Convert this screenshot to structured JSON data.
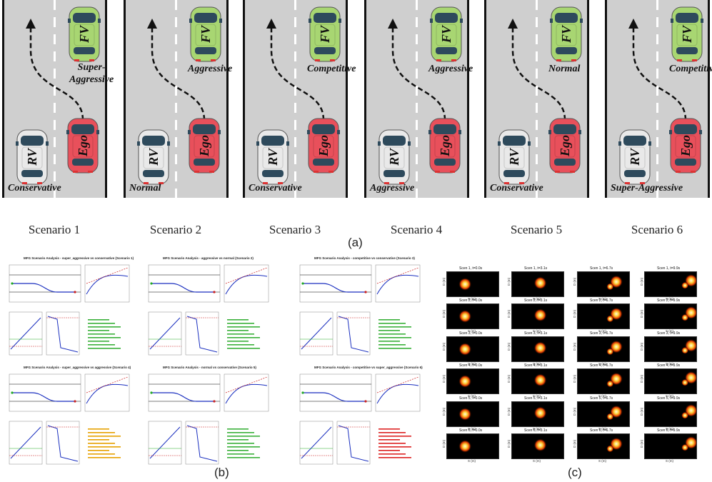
{
  "panel_a": {
    "tag": "(a)",
    "scenarios": [
      {
        "name": "Scenario 1",
        "fv_label": "Super-\nAggressive",
        "rv_label": "Conservative"
      },
      {
        "name": "Scenario 2",
        "fv_label": "Aggressive",
        "rv_label": "Normal"
      },
      {
        "name": "Scenario 3",
        "fv_label": "Competitive",
        "rv_label": "Conservative"
      },
      {
        "name": "Scenario 4",
        "fv_label": "Aggressive",
        "rv_label": "Aggressive"
      },
      {
        "name": "Scenario 5",
        "fv_label": "Normal",
        "rv_label": "Conservative"
      },
      {
        "name": "Scenario 6",
        "fv_label": "Competitive",
        "rv_label": "Super-Aggressive"
      }
    ],
    "car_labels": {
      "fv": "FV",
      "ego": "Ego",
      "rv": "RV"
    },
    "colors": {
      "fv": "#a8d672",
      "ego": "#e8505b",
      "rv": "#e9e9e9",
      "road": "#cfcfcf"
    }
  },
  "panel_b": {
    "tag": "(b)",
    "dashboards": [
      {
        "title": "MFG Scenario Analysis - super_aggressive vs conservative (Scenario 1)"
      },
      {
        "title": "MFG Scenario Analysis - aggressive vs normal (Scenario 2)"
      },
      {
        "title": "MFG Scenario Analysis - competitive vs conservative (Scenario 3)"
      },
      {
        "title": "MFG Scenario Analysis - super_aggressive vs aggressive (Scenario 4)"
      },
      {
        "title": "MFG Scenario Analysis - normal vs conservative (Scenario 5)"
      },
      {
        "title": "MFG Scenario Analysis - competitive vs super_aggressive (Scenario 6)"
      }
    ]
  },
  "panel_c": {
    "tag": "(c)",
    "x_label": "S (m)",
    "y_label": "D (m)",
    "rows": [
      [
        "Scen 1, t=0.0s",
        "Scen 1, t=3.1s",
        "Scen 1, t=6.7s",
        "Scen 1, t=9.9s"
      ],
      [
        "Scen 2, t=0.0s",
        "Scen 2, t=3.1s",
        "Scen 2, t=6.7s",
        "Scen 2, t=9.9s"
      ],
      [
        "Scen 3, t=0.0s",
        "Scen 3, t=3.1s",
        "Scen 3, t=6.7s",
        "Scen 3, t=9.9s"
      ],
      [
        "Scen 4, t=0.0s",
        "Scen 4, t=3.1s",
        "Scen 4, t=6.7s",
        "Scen 4, t=9.9s"
      ],
      [
        "Scen 5, t=0.0s",
        "Scen 5, t=3.1s",
        "Scen 5, t=6.7s",
        "Scen 5, t=9.9s"
      ],
      [
        "Scen 6, t=0.0s",
        "Scen 6, t=3.1s",
        "Scen 6, t=6.7s",
        "Scen 6, t=9.9s"
      ]
    ]
  }
}
